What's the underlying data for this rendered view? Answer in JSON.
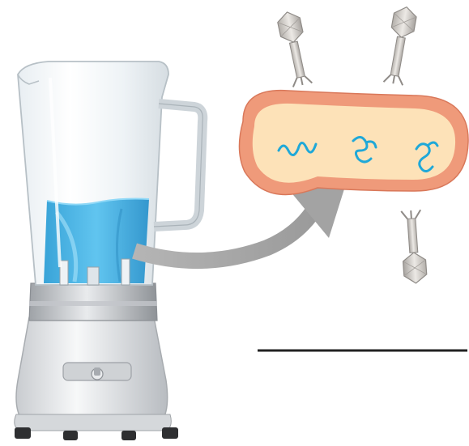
{
  "diagram": {
    "description_elements": [
      "blender-icon",
      "bacterial-cell",
      "bacteriophage",
      "arrow-icon",
      "answer-line"
    ],
    "colors": {
      "liquid": "#4cb4e4",
      "liquid_dark": "#2a8fc4",
      "cell_wall": "#ef9a7a",
      "cell_interior": "#fde2b8",
      "dna": "#1fa8d8",
      "arrow": "#a9a9a9",
      "phage": "#c9c6c2",
      "answer_line": "#222222",
      "blender_base": "#e4e6e8",
      "blender_collar": "#b9bcc0"
    },
    "phage_count": 3,
    "dna_fragment_count": 3
  }
}
